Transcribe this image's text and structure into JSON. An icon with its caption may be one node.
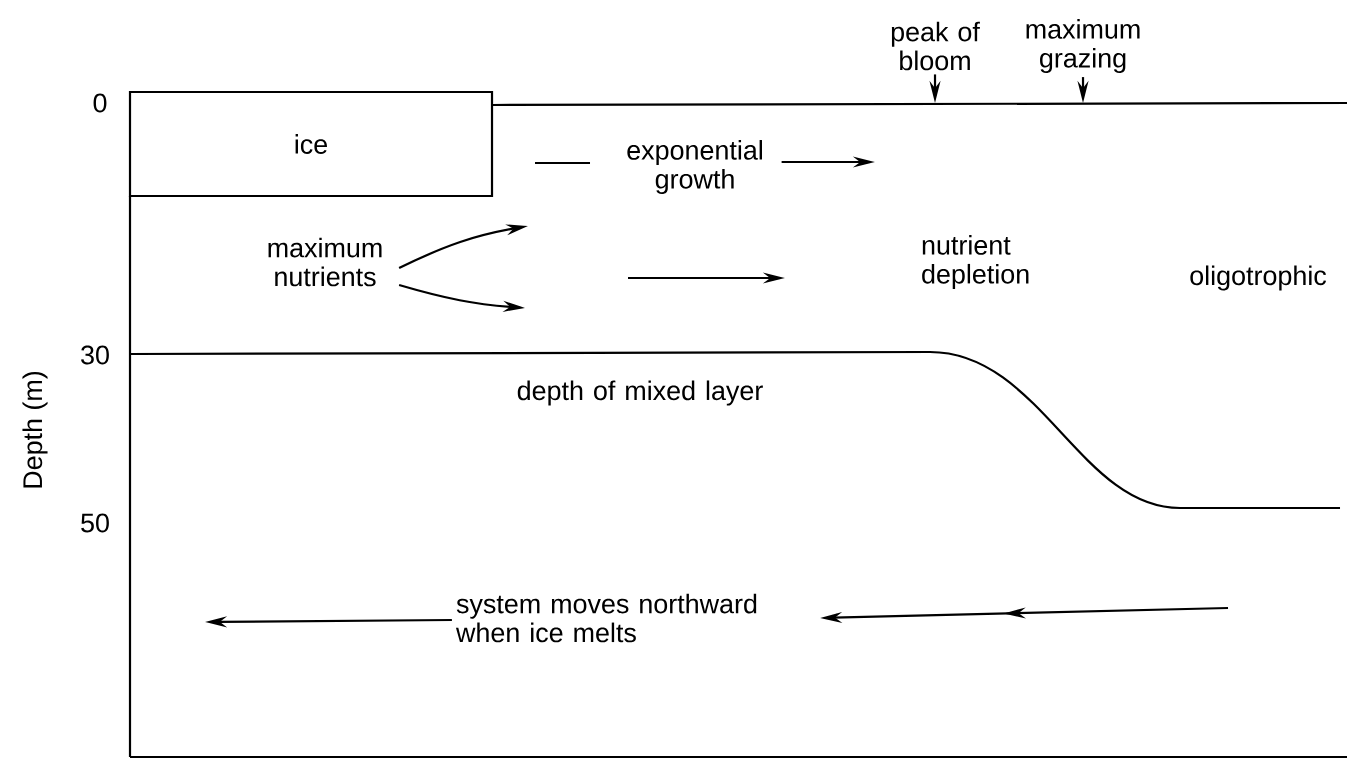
{
  "diagram": {
    "nodes": [
      {
        "text": [
          "peak of bloom"
        ]
      },
      {
        "text": [
          "maximum grazing"
        ]
      },
      {
        "text": [
          "ice"
        ]
      },
      {
        "text": [
          "exponential growth"
        ]
      },
      {
        "text": [
          "maximum nutrients"
        ]
      },
      {
        "text": [
          "nutrient depletion"
        ]
      },
      {
        "text": [
          "system moves northward when ice melts"
        ]
      }
    ],
    "edges": [
      {
        "from": 0,
        "to": null,
        "arrow": "to"
      },
      {
        "from": 1,
        "to": null,
        "arrow": "to"
      },
      {
        "from": 3,
        "to": null,
        "arrow": "to"
      },
      {
        "from": 4,
        "to": null,
        "arrow": "to"
      },
      {
        "from": 4,
        "to": null,
        "arrow": "to"
      },
      {
        "from": null,
        "to": 6,
        "arrow": "to"
      },
      {
        "from": 6,
        "to": null,
        "arrow": "to"
      }
    ],
    "labels": [
      "0",
      "30",
      "50",
      "Depth (m)",
      "depth of mixed layer",
      "oligotrophic"
    ]
  }
}
